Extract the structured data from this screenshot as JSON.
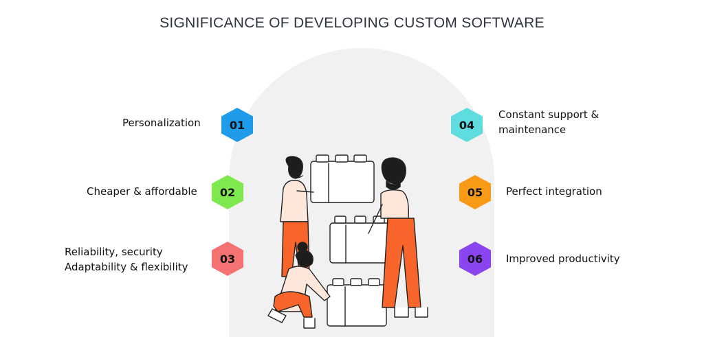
{
  "title": "SIGNIFICANCE OF DEVELOPING CUSTOM SOFTWARE",
  "items": [
    {
      "number": "01",
      "line1": "Personalization",
      "line2": "",
      "color": "#1e9be9"
    },
    {
      "number": "02",
      "line1": "Cheaper & affordable",
      "line2": "",
      "color": "#7ee84f"
    },
    {
      "number": "03",
      "line1": "Reliability, security",
      "line2": "Adaptability & flexibility",
      "color": "#f47272"
    },
    {
      "number": "04",
      "line1": "Constant support &",
      "line2": "maintenance",
      "color": "#5fdcdf"
    },
    {
      "number": "05",
      "line1": "Perfect integration",
      "line2": "",
      "color": "#f99a16"
    },
    {
      "number": "06",
      "line1": "Improved productivity",
      "line2": "",
      "color": "#8b45f0"
    }
  ],
  "illustration": {
    "icon": "team-building-blocks-illustration",
    "accent": "#f7652a"
  }
}
